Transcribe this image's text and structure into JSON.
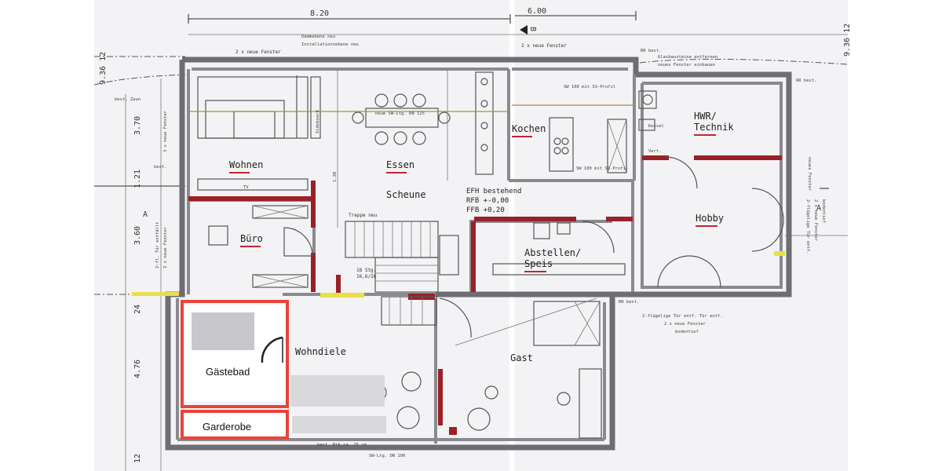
{
  "dimensions": {
    "top_left": "8.20",
    "top_right": "6.00",
    "right_top_marks": "9.36 12",
    "left_top_marks": "9.36 12",
    "left_3_70": "3.70",
    "left_1_21": "1.21",
    "left_3_60": "3.60",
    "left_24": "24",
    "left_4_76": "4.76",
    "left_12": "12"
  },
  "rooms": {
    "wohnen": "Wohnen",
    "essen": "Essen",
    "scheune": "Scheune",
    "kochen": "Kochen",
    "hwr_line1": "HWR/",
    "hwr_line2": "Technik",
    "hobby": "Hobby",
    "buero": "Büro",
    "abstellen_line1": "Abstellen/",
    "abstellen_line2": "Speis",
    "wohndiele": "Wohndiele",
    "gast": "Gast"
  },
  "levels": {
    "line1": "EFH bestehend",
    "line2": "RFB +-0,00",
    "line3": "FFB +0,20"
  },
  "stairs": {
    "top_label": "Treppe neu",
    "steps_line1": "18 Stg.",
    "steps_line2": "16,6/26"
  },
  "section_markers": {
    "top": "B",
    "left": "A",
    "right": "A"
  },
  "notes": {
    "top_windows": "2 x neue Fenster",
    "top_windows_right": "2 x neue Fenster",
    "daemmebene": "Dämmebene neu",
    "installationsebene": "Installationsebene neu",
    "glasbausteine_1": "Glasbausteine entfernen",
    "glasbausteine_2": "neues Fenster einbauen",
    "rr_best": "RR best.",
    "rr_best_2": "RR best.",
    "rr_best_3": "RR best.",
    "best_zaun": "best. Zaun",
    "best_left": "best.",
    "left_windows": "3 x neue Fenster",
    "left_door_1": "2-fl. Tür entfällt",
    "left_door_2": "2 x neue Fenster",
    "right_windows": "neues Fenster",
    "right_door_1": "2-flügelige Tür entf.",
    "right_door_2": "2 x neue Fenster",
    "right_door_3": "bodentief",
    "bottom_door_1": "2-flügelige Tür entf. Tür entf.",
    "bottom_door_2": "2 x neue Fenster",
    "bottom_door_3": "bodentief",
    "sideboard": "Sideboard",
    "tv": "TV",
    "sw_dining": "neue SW-Ltg. DN 125",
    "sw_kitchen_1": "SW 100 mit SS-Profil",
    "sw_kitchen_2": "SW 100 mit SS-Profil",
    "kochen_vert": "Vert.",
    "kessel": "Kessel",
    "bottom_brk": "best. Brk-ca. 25 cm",
    "bottom_sw": "SW-Ltg. DN 100",
    "wall_mark": "1.20"
  },
  "highlight": {
    "gaestebad": "Gästebad",
    "garderobe": "Garderobe",
    "color": "#e8443a"
  }
}
